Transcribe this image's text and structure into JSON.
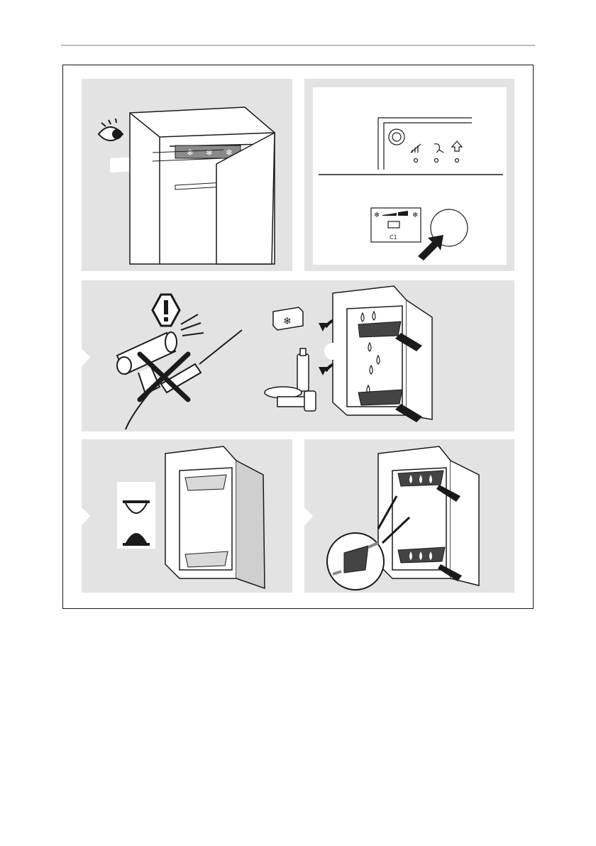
{
  "colors": {
    "panel_bg": "#e3e3e3",
    "line": "#1a1a1a",
    "dark_fill": "#444444",
    "white": "#ffffff"
  },
  "panels": {
    "step1": {
      "icons": [
        "eye-icon",
        "freezer-compartment",
        "snowflake-icon"
      ]
    },
    "step2": {
      "icons": [
        "control-panel-button",
        "temperature-icon",
        "mute-alarm-icon",
        "super-freeze-icon",
        "display-icon",
        "press-arrow-icon"
      ],
      "display_text": "C1"
    },
    "step3": {
      "icons": [
        "warning-icon",
        "hair-dryer-icon",
        "prohibited-x-icon",
        "knife-icon",
        "frozen-food-icon",
        "bottle-icon",
        "water-drop-icon",
        "towel-icon"
      ]
    },
    "step4": {
      "icons": [
        "hourglass-icon"
      ]
    },
    "step5": {
      "icons": [
        "towel-icon",
        "magnifier-circle",
        "arrow-out-icon"
      ]
    }
  }
}
